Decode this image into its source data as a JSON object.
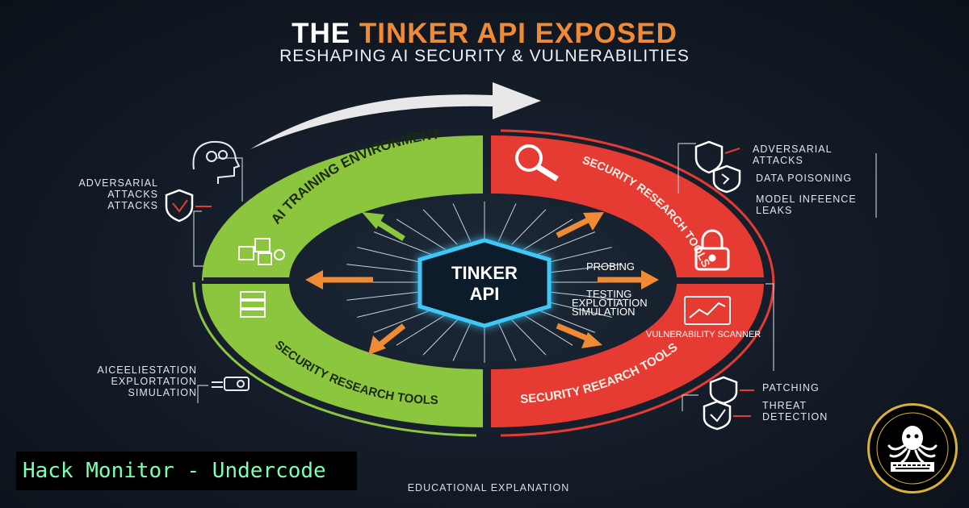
{
  "header": {
    "title_prefix": "THE ",
    "title_highlight": "TINKER API EXPOSED",
    "subtitle": "RESHAPING AI SECURITY & VULNERABILITIES"
  },
  "ring": {
    "top_left": "AI TRAINING ENVIRONMENT",
    "bottom_left": "SECURITY RESEARCH TOOLS",
    "top_right": "SECURITY RESEARCH TOOLS",
    "bottom_right": "SECURITY REEARCH TOOLS",
    "bottom_right_sub": "VULNERABILITY SCANNER"
  },
  "center": {
    "line1": "TINKER",
    "line2": "API",
    "probes": [
      "PROBING",
      "TESTING",
      "EXPLOTIATION",
      "SIMULATION"
    ]
  },
  "side_labels": {
    "left_top": "ADVERSARIAL ATTACKS ATTACKS",
    "left_bottom": "AICEELIESTATION EXPLORTATION SIMULATION",
    "right_1": "ADVERSARIAL ATTACKS",
    "right_2": "DATA POISONING",
    "right_3": "MODEL INFEENCE LEAKS",
    "right_4": "PATCHING",
    "right_5": "THREAT DETECTION"
  },
  "footer": "EDUCATIONAL EXPLANATION",
  "watermark": "Hack Monitor - Undercode",
  "colors": {
    "green": "#8cc63f",
    "red": "#e53b33",
    "orange": "#f08a34",
    "cyan": "#3fc7f5"
  }
}
